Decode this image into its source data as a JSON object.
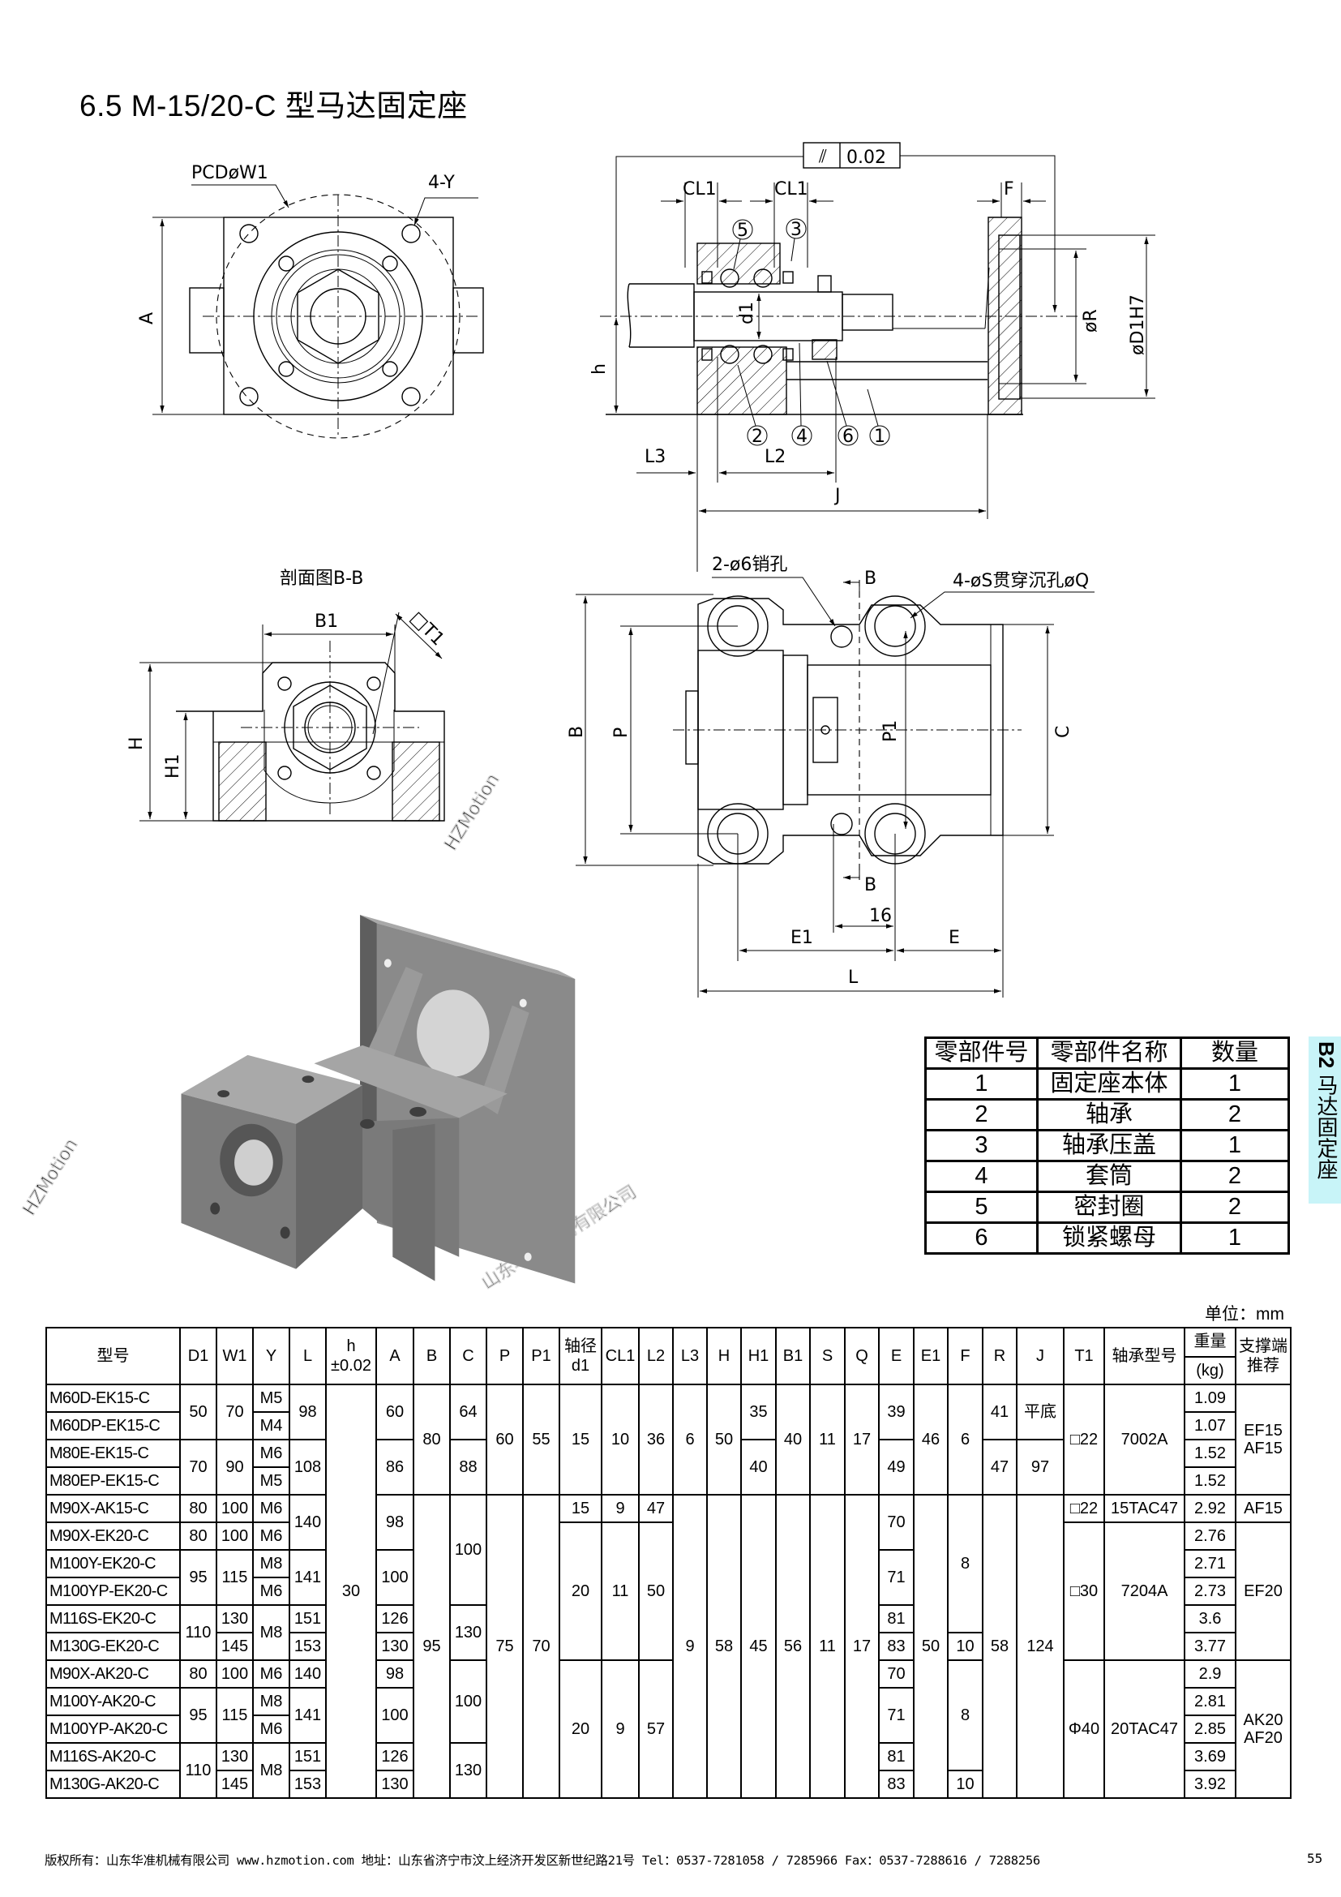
{
  "title": "6.5 M-15/20-C 型马达固定座",
  "watermark": {
    "brand": "HZMotion",
    "company": "山东华准机械有限公司"
  },
  "front_view": {
    "pcd_label": "PCDøW1",
    "holes_label": "4-Y",
    "dim_a": "A"
  },
  "side_view": {
    "tolerance_value": "0.02",
    "cl1_left": "CL1",
    "cl1_right": "CL1",
    "f": "F",
    "r": "øR",
    "d1h7": "øD1H7",
    "h": "h",
    "d1": "d1",
    "l3": "L3",
    "l2": "L2",
    "j": "J",
    "balloons": [
      "5",
      "3",
      "2",
      "4",
      "6",
      "1"
    ]
  },
  "section_view": {
    "title": "剖面图B-B",
    "b1": "B1",
    "t1": "□T1",
    "h": "H",
    "h1": "H1"
  },
  "top_view": {
    "pin_holes": "2-ø6销孔",
    "bolt_holes": "4-øS贯穿沉孔øQ",
    "section_mark_top": "B",
    "section_mark_bottom": "B",
    "b": "B",
    "p": "P",
    "p1": "P1",
    "c": "C",
    "dim16": "16",
    "e1": "E1",
    "e": "E",
    "l": "L"
  },
  "parts_table": {
    "headers": [
      "零部件号",
      "零部件名称",
      "数量"
    ],
    "rows": [
      [
        "1",
        "固定座本体",
        "1"
      ],
      [
        "2",
        "轴承",
        "2"
      ],
      [
        "3",
        "轴承压盖",
        "1"
      ],
      [
        "4",
        "套筒",
        "2"
      ],
      [
        "5",
        "密封圈",
        "2"
      ],
      [
        "6",
        "锁紧螺母",
        "1"
      ]
    ]
  },
  "side_tab": {
    "code": "B2",
    "label": "马达固定座"
  },
  "unit_label": "单位：mm",
  "spec_table": {
    "headers": [
      {
        "t": "型号"
      },
      {
        "t": "D1"
      },
      {
        "t": "W1"
      },
      {
        "t": "Y"
      },
      {
        "t": "L"
      },
      {
        "t": "h\n±0.02"
      },
      {
        "t": "A"
      },
      {
        "t": "B"
      },
      {
        "t": "C"
      },
      {
        "t": "P"
      },
      {
        "t": "P1"
      },
      {
        "t": "轴径\nd1"
      },
      {
        "t": "CL1"
      },
      {
        "t": "L2"
      },
      {
        "t": "L3"
      },
      {
        "t": "H"
      },
      {
        "t": "H1"
      },
      {
        "t": "B1"
      },
      {
        "t": "S"
      },
      {
        "t": "Q"
      },
      {
        "t": "E"
      },
      {
        "t": "E1"
      },
      {
        "t": "F"
      },
      {
        "t": "R"
      },
      {
        "t": "J"
      },
      {
        "t": "T1"
      },
      {
        "t": "轴承型号"
      },
      {
        "t": "重量",
        "sub": "(kg)"
      },
      {
        "t": "支撑端\n推荐"
      }
    ],
    "rows": [
      [
        {
          "v": "M60D-EK15-C"
        },
        {
          "v": "50",
          "rs": 2
        },
        {
          "v": "70",
          "rs": 2
        },
        {
          "v": "M5"
        },
        {
          "v": "98",
          "rs": 2
        },
        {
          "v": "30",
          "rs": 15
        },
        {
          "v": "60",
          "rs": 2
        },
        {
          "v": "80",
          "rs": 4
        },
        {
          "v": "64",
          "rs": 2
        },
        {
          "v": "60",
          "rs": 4
        },
        {
          "v": "55",
          "rs": 4
        },
        {
          "v": "15",
          "rs": 4
        },
        {
          "v": "10",
          "rs": 4
        },
        {
          "v": "36",
          "rs": 4
        },
        {
          "v": "6",
          "rs": 4
        },
        {
          "v": "50",
          "rs": 4
        },
        {
          "v": "35",
          "rs": 2
        },
        {
          "v": "40",
          "rs": 4
        },
        {
          "v": "11",
          "rs": 4
        },
        {
          "v": "17",
          "rs": 4
        },
        {
          "v": "39",
          "rs": 2
        },
        {
          "v": "46",
          "rs": 4
        },
        {
          "v": "6",
          "rs": 4
        },
        {
          "v": "41",
          "rs": 2
        },
        {
          "v": "平底",
          "rs": 2
        },
        {
          "v": "□22",
          "rs": 4
        },
        {
          "v": "7002A",
          "rs": 4
        },
        {
          "v": "1.09"
        },
        {
          "v": "EF15\nAF15",
          "rs": 4
        }
      ],
      [
        {
          "v": "M60DP-EK15-C"
        },
        {
          "v": "M4"
        },
        {
          "v": "1.07"
        }
      ],
      [
        {
          "v": "M80E-EK15-C"
        },
        {
          "v": "70",
          "rs": 2
        },
        {
          "v": "90",
          "rs": 2
        },
        {
          "v": "M6"
        },
        {
          "v": "108",
          "rs": 2
        },
        {
          "v": "86",
          "rs": 2
        },
        {
          "v": "88",
          "rs": 2
        },
        {
          "v": "40",
          "rs": 2
        },
        {
          "v": "49",
          "rs": 2
        },
        {
          "v": "47",
          "rs": 2
        },
        {
          "v": "97",
          "rs": 2
        },
        {
          "v": "1.52"
        }
      ],
      [
        {
          "v": "M80EP-EK15-C"
        },
        {
          "v": "M5"
        },
        {
          "v": "1.52"
        }
      ],
      [
        {
          "v": "M90X-AK15-C"
        },
        {
          "v": "80"
        },
        {
          "v": "100"
        },
        {
          "v": "M6"
        },
        {
          "v": "140",
          "rs": 2
        },
        {
          "v": "98",
          "rs": 2
        },
        {
          "v": "95",
          "rs": 11
        },
        {
          "v": "100",
          "rs": 4
        },
        {
          "v": "75",
          "rs": 11
        },
        {
          "v": "70",
          "rs": 11
        },
        {
          "v": "15"
        },
        {
          "v": "9"
        },
        {
          "v": "47"
        },
        {
          "v": "9",
          "rs": 11
        },
        {
          "v": "58",
          "rs": 11
        },
        {
          "v": "45",
          "rs": 11
        },
        {
          "v": "56",
          "rs": 11
        },
        {
          "v": "11",
          "rs": 11
        },
        {
          "v": "17",
          "rs": 11
        },
        {
          "v": "70",
          "rs": 2
        },
        {
          "v": "50",
          "rs": 11
        },
        {
          "v": "8",
          "rs": 5
        },
        {
          "v": "58",
          "rs": 11
        },
        {
          "v": "124",
          "rs": 11
        },
        {
          "v": "□22"
        },
        {
          "v": "15TAC47"
        },
        {
          "v": "2.92"
        },
        {
          "v": "AF15"
        }
      ],
      [
        {
          "v": "M90X-EK20-C"
        },
        {
          "v": "80"
        },
        {
          "v": "100"
        },
        {
          "v": "M6"
        },
        {
          "v": "20",
          "rs": 5
        },
        {
          "v": "11",
          "rs": 5
        },
        {
          "v": "50",
          "rs": 5
        },
        {
          "v": "□30",
          "rs": 5
        },
        {
          "v": "7204A",
          "rs": 5
        },
        {
          "v": "2.76"
        },
        {
          "v": "EF20",
          "rs": 5
        }
      ],
      [
        {
          "v": "M100Y-EK20-C"
        },
        {
          "v": "95",
          "rs": 2
        },
        {
          "v": "115",
          "rs": 2
        },
        {
          "v": "M8"
        },
        {
          "v": "141",
          "rs": 2
        },
        {
          "v": "100",
          "rs": 2
        },
        {
          "v": "71",
          "rs": 2
        },
        {
          "v": "2.71"
        }
      ],
      [
        {
          "v": "M100YP-EK20-C"
        },
        {
          "v": "M6"
        },
        {
          "v": "2.73"
        }
      ],
      [
        {
          "v": "M116S-EK20-C"
        },
        {
          "v": "110",
          "rs": 2
        },
        {
          "v": "130"
        },
        {
          "v": "M8",
          "rs": 2
        },
        {
          "v": "151"
        },
        {
          "v": "126"
        },
        {
          "v": "130",
          "rs": 2
        },
        {
          "v": "81"
        },
        {
          "v": "3.6"
        }
      ],
      [
        {
          "v": "M130G-EK20-C"
        },
        {
          "v": "145"
        },
        {
          "v": "153"
        },
        {
          "v": "130"
        },
        {
          "v": "83"
        },
        {
          "v": "10"
        },
        {
          "v": "3.77"
        }
      ],
      [
        {
          "v": "M90X-AK20-C"
        },
        {
          "v": "80"
        },
        {
          "v": "100"
        },
        {
          "v": "M6"
        },
        {
          "v": "140"
        },
        {
          "v": "98"
        },
        {
          "v": "100",
          "rs": 3
        },
        {
          "v": "20",
          "rs": 5
        },
        {
          "v": "9",
          "rs": 5
        },
        {
          "v": "57",
          "rs": 5
        },
        {
          "v": "70"
        },
        {
          "v": "8",
          "rs": 4
        },
        {
          "v": "Φ40",
          "rs": 5
        },
        {
          "v": "20TAC47",
          "rs": 5
        },
        {
          "v": "2.9"
        },
        {
          "v": "AK20\nAF20",
          "rs": 5
        }
      ],
      [
        {
          "v": "M100Y-AK20-C"
        },
        {
          "v": "95",
          "rs": 2
        },
        {
          "v": "115",
          "rs": 2
        },
        {
          "v": "M8"
        },
        {
          "v": "141",
          "rs": 2
        },
        {
          "v": "100",
          "rs": 2
        },
        {
          "v": "71",
          "rs": 2
        },
        {
          "v": "2.81"
        }
      ],
      [
        {
          "v": "M100YP-AK20-C"
        },
        {
          "v": "M6"
        },
        {
          "v": "2.85"
        }
      ],
      [
        {
          "v": "M116S-AK20-C"
        },
        {
          "v": "110",
          "rs": 2
        },
        {
          "v": "130"
        },
        {
          "v": "M8",
          "rs": 2
        },
        {
          "v": "151"
        },
        {
          "v": "126"
        },
        {
          "v": "130",
          "rs": 2
        },
        {
          "v": "81"
        },
        {
          "v": "3.69"
        }
      ],
      [
        {
          "v": "M130G-AK20-C"
        },
        {
          "v": "145"
        },
        {
          "v": "153"
        },
        {
          "v": "130"
        },
        {
          "v": "83"
        },
        {
          "v": "10"
        },
        {
          "v": "3.92"
        }
      ]
    ]
  },
  "footer": {
    "text": "版权所有：山东华准机械有限公司 www.hzmotion.com 地址：山东省济宁市汶上经济开发区新世纪路21号 Tel：0537-7281058 / 7285966 Fax：0537-7288616 / 7288256",
    "page": "55"
  }
}
